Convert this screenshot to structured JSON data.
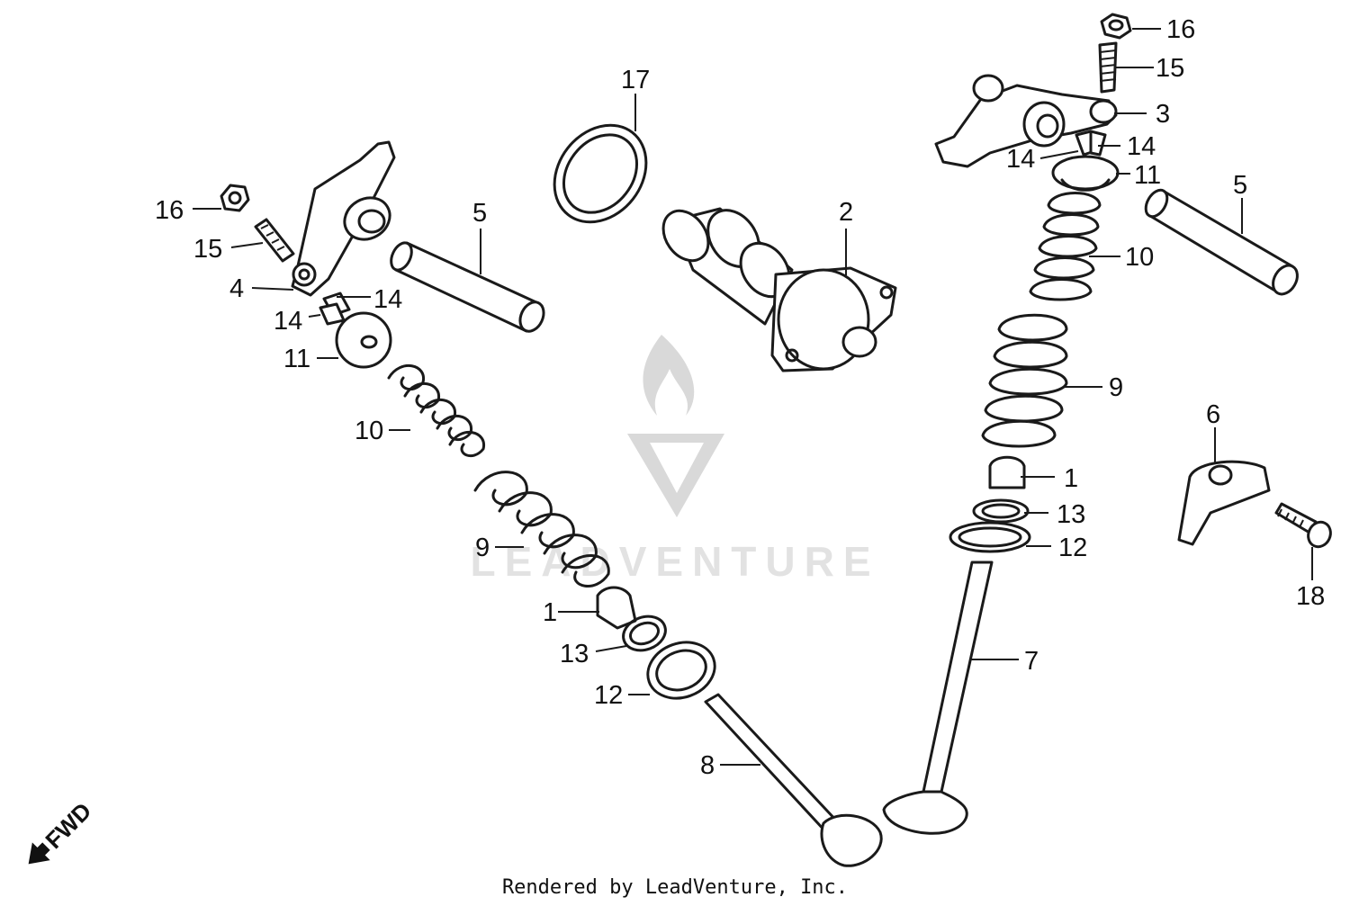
{
  "watermark": {
    "text": "LEADVENTURE"
  },
  "footer": {
    "credit": "Rendered by LeadVenture, Inc."
  },
  "direction": {
    "label": "FWD",
    "icon": "forward-arrow-icon"
  },
  "callouts": {
    "c1a": "1",
    "c1b": "1",
    "c2": "2",
    "c3": "3",
    "c4": "4",
    "c5a": "5",
    "c5b": "5",
    "c6": "6",
    "c7": "7",
    "c8": "8",
    "c9a": "9",
    "c9b": "9",
    "c10a": "10",
    "c10b": "10",
    "c11a": "11",
    "c11b": "11",
    "c12a": "12",
    "c12b": "12",
    "c13a": "13",
    "c13b": "13",
    "c14a": "14",
    "c14b": "14",
    "c14c": "14",
    "c14d": "14",
    "c15a": "15",
    "c15b": "15",
    "c16a": "16",
    "c16b": "16",
    "c17": "17",
    "c18": "18"
  }
}
